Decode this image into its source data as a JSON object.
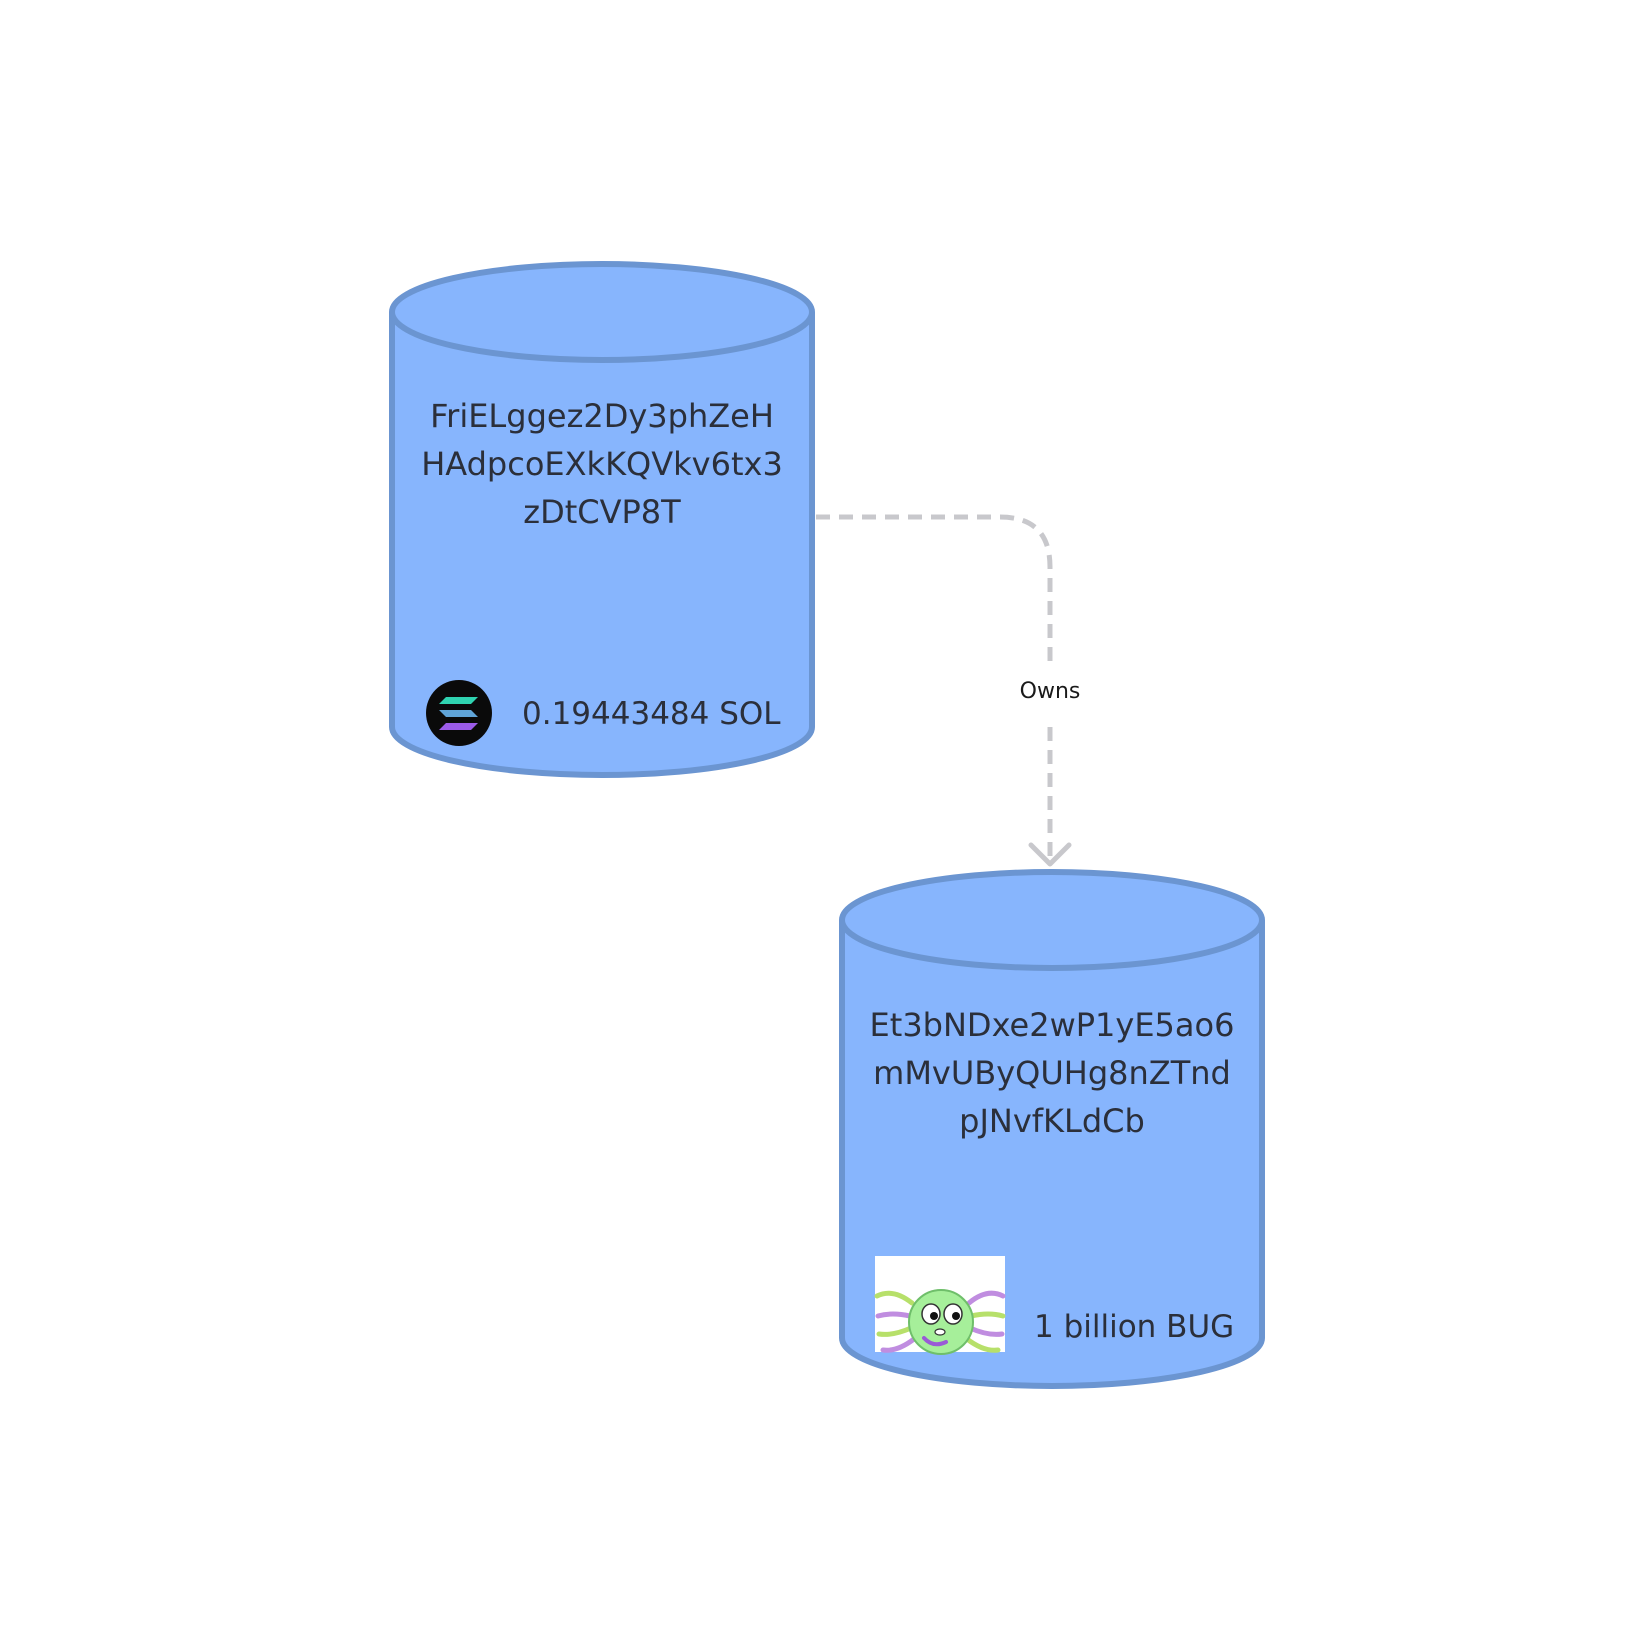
{
  "colors": {
    "cylinder_fill": "#87b5fd",
    "cylinder_stroke": "#6b95d1",
    "edge": "#c8c8cc",
    "text": "#2b2f3a"
  },
  "nodes": [
    {
      "id": "wallet",
      "address_lines": [
        "FriELggez2Dy3phZeH",
        "HAdpcoEXkKQVkv6tx3",
        "zDtCVP8T"
      ],
      "balance": "0.19443484 SOL",
      "icon": "solana-logo-icon"
    },
    {
      "id": "token",
      "address_lines": [
        "Et3bNDxe2wP1yE5ao6",
        "mMvUByQUHg8nZTnd",
        "pJNvfKLdCb"
      ],
      "balance": "1 billion BUG",
      "icon": "bug-token-icon"
    }
  ],
  "edges": [
    {
      "from": "wallet",
      "to": "token",
      "label": "Owns",
      "style": "dashed"
    }
  ]
}
